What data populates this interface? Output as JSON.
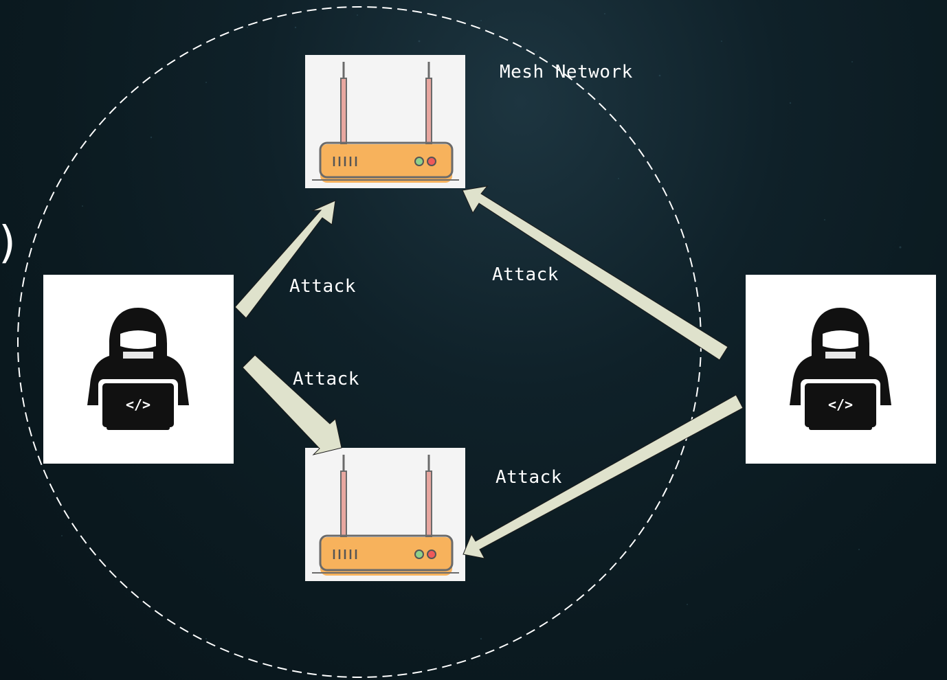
{
  "diagram": {
    "network_label": "Mesh Network",
    "edge_label": "Attack",
    "stray_glyph": ")",
    "colors": {
      "background": "#0b1a20",
      "arrow_fill": "#dfe2cc",
      "circle_stroke": "#ffffff",
      "router_body": "#f7b25c",
      "router_outline": "#6a6a6a",
      "hacker_fill": "#111111"
    },
    "nodes": [
      {
        "id": "router-top",
        "kind": "router",
        "icon": "router-icon"
      },
      {
        "id": "router-bottom",
        "kind": "router",
        "icon": "router-icon"
      },
      {
        "id": "hacker-left",
        "kind": "attacker",
        "icon": "hacker-icon",
        "screen_glyph": "</>"
      },
      {
        "id": "hacker-right",
        "kind": "attacker",
        "icon": "hacker-icon",
        "screen_glyph": "</>"
      }
    ],
    "edges": [
      {
        "from": "hacker-left",
        "to": "router-top",
        "label": "Attack"
      },
      {
        "from": "hacker-left",
        "to": "router-bottom",
        "label": "Attack"
      },
      {
        "from": "hacker-right",
        "to": "router-top",
        "label": "Attack"
      },
      {
        "from": "hacker-right",
        "to": "router-bottom",
        "label": "Attack"
      }
    ]
  }
}
